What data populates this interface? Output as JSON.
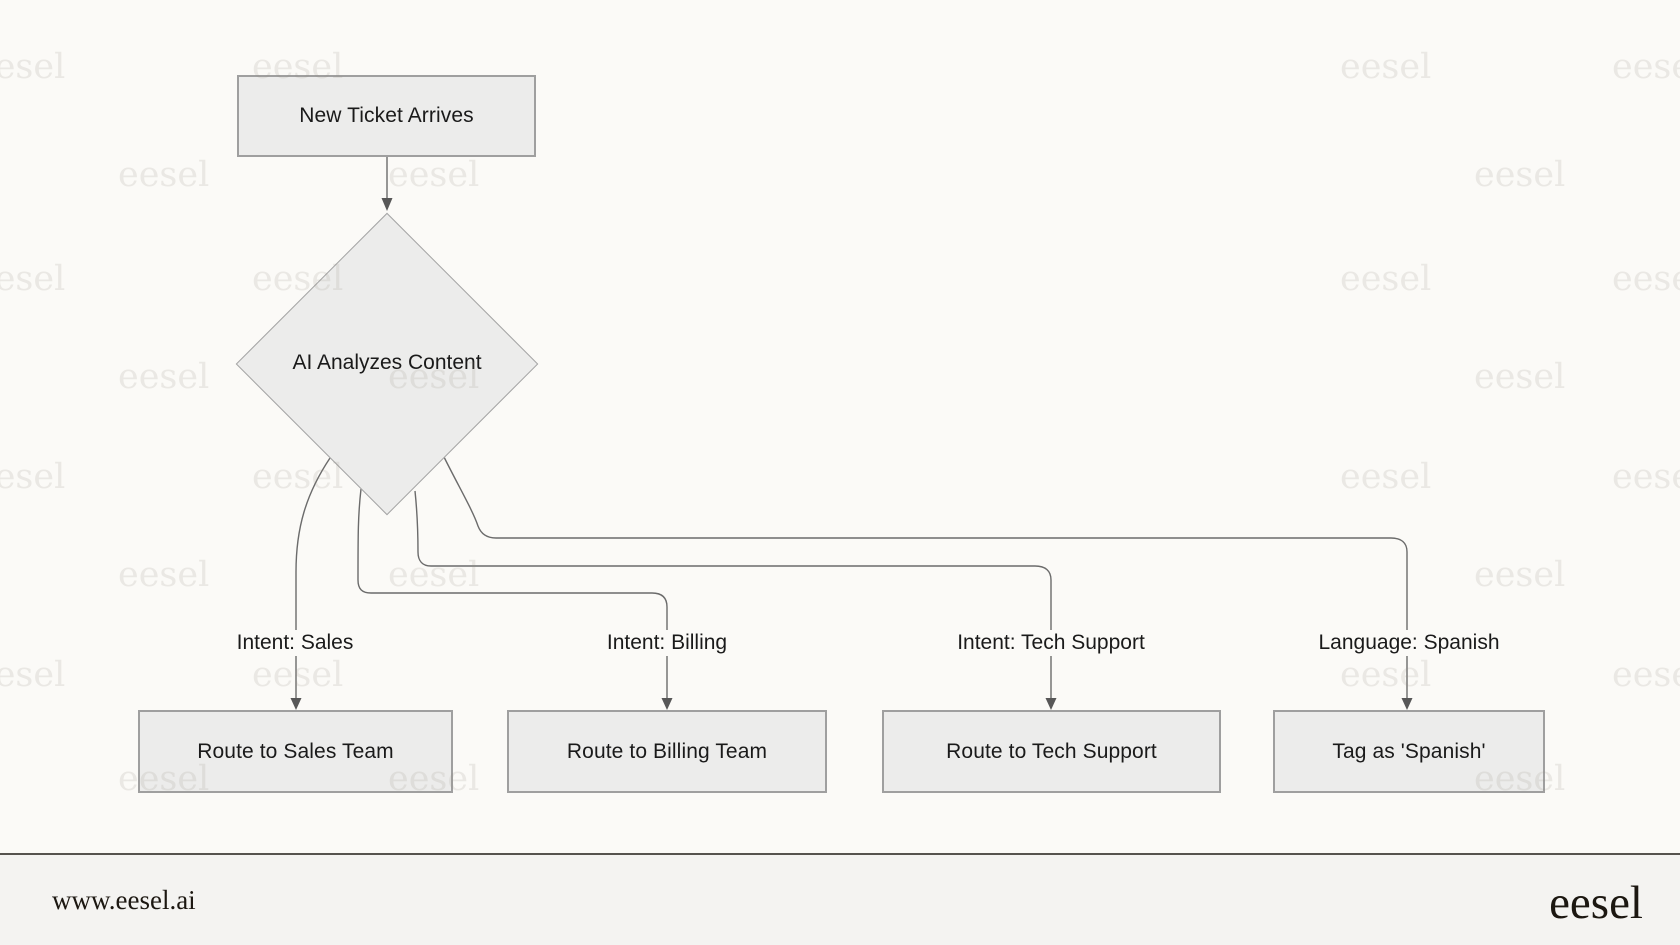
{
  "diagram": {
    "start_node": {
      "label": "New Ticket Arrives"
    },
    "decision_node": {
      "label": "AI Analyzes Content"
    },
    "branches": [
      {
        "edge_label": "Intent: Sales",
        "target_label": "Route to Sales Team"
      },
      {
        "edge_label": "Intent: Billing",
        "target_label": "Route to Billing Team"
      },
      {
        "edge_label": "Intent: Tech Support",
        "target_label": "Route to Tech Support"
      },
      {
        "edge_label": "Language: Spanish",
        "target_label": "Tag as 'Spanish'"
      }
    ]
  },
  "watermark": {
    "text": "eesel"
  },
  "footer": {
    "website_url": "www.eesel.ai",
    "logo_text": "eesel"
  },
  "colors": {
    "background": "#fbfaf7",
    "node_fill": "#ececeb",
    "node_border": "#9f9f9f",
    "connector_line": "#6b6b6b",
    "text": "#1a1a1a",
    "footer_background": "#f4f3f1",
    "footer_divider": "#56534e"
  }
}
